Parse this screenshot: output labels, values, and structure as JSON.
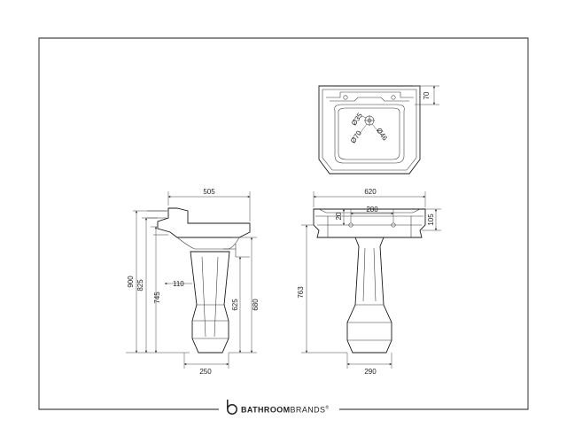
{
  "drawing": {
    "side_view": {
      "width": "505",
      "height_overall": "900",
      "height_2": "825",
      "height_3": "745",
      "waste_offset": "110",
      "height_4": "625",
      "rim_height": "680",
      "pedestal_base": "250"
    },
    "front_view": {
      "width": "620",
      "tap_centres": "280",
      "tap_deck": "20",
      "rim_depth": "105",
      "height": "763",
      "pedestal_base": "290"
    },
    "plan_view": {
      "depth_70": "70",
      "dia_35": "Ø35",
      "dia_70": "Ø70",
      "dia_46": "Ø46"
    }
  },
  "footer": {
    "brand_bold": "BATHROOM",
    "brand_light": "BRANDS",
    "trademark": "®"
  }
}
